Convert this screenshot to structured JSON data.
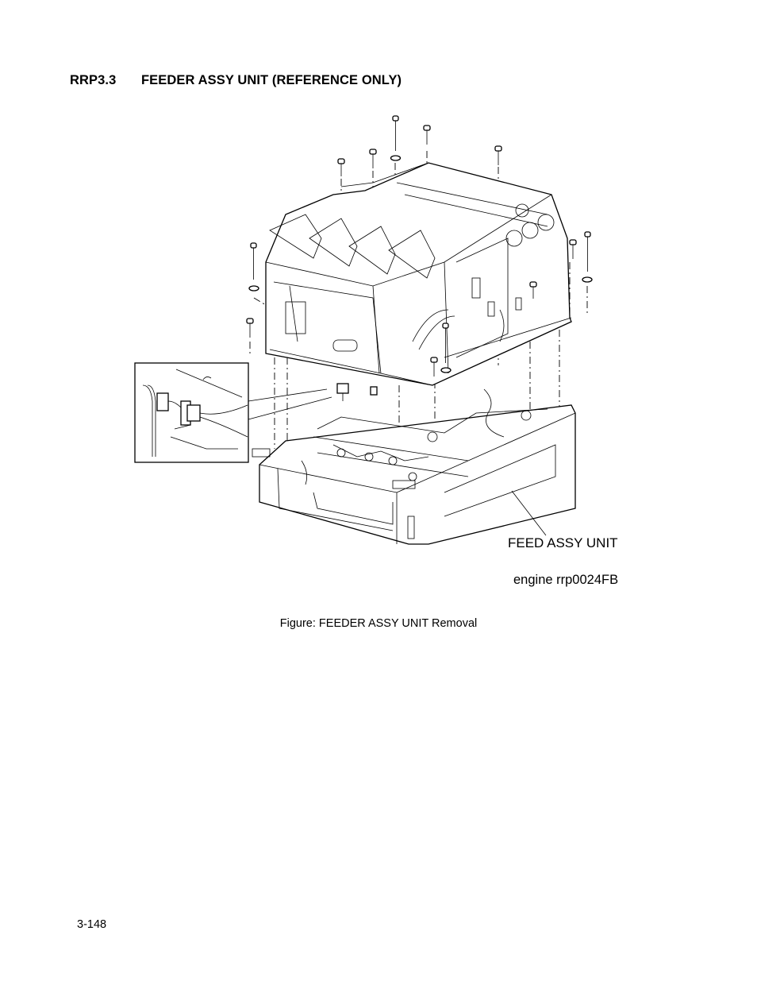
{
  "section": {
    "number": "RRP3.3",
    "title": "FEEDER ASSY UNIT (REFERENCE ONLY)"
  },
  "figure": {
    "callout_label": "FEED ASSY UNIT",
    "engine_ref": "engine rrp0024FB",
    "caption": "Figure: FEEDER ASSY UNIT Removal"
  },
  "footer": {
    "page_number": "3-148"
  }
}
